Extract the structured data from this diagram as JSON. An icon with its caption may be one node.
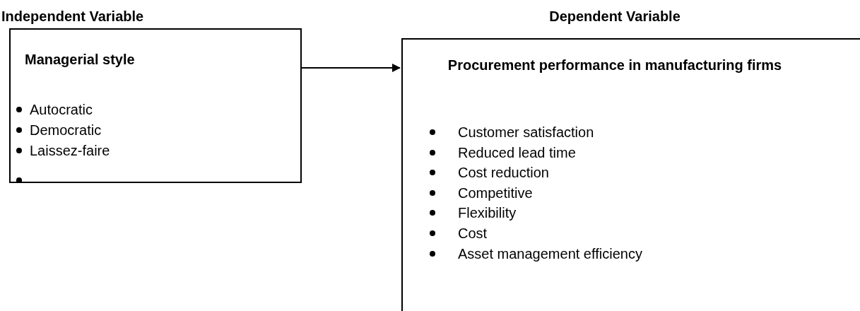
{
  "diagram": {
    "nodes": [
      {
        "text": [
          "Independent Variable",
          "Managerial style",
          "Autocratic",
          "Democratic",
          "Laissez-faire"
        ]
      },
      {
        "text": [
          "Dependent Variable",
          "Procurement performance in manufacturing firms",
          "Customer satisfaction",
          "Reduced lead time",
          "Cost reduction",
          "Competitive",
          "Flexibility",
          "Cost",
          "Asset management efficiency"
        ]
      }
    ],
    "edges": [
      {
        "from": 0,
        "to": 1,
        "arrow": "to"
      }
    ]
  }
}
